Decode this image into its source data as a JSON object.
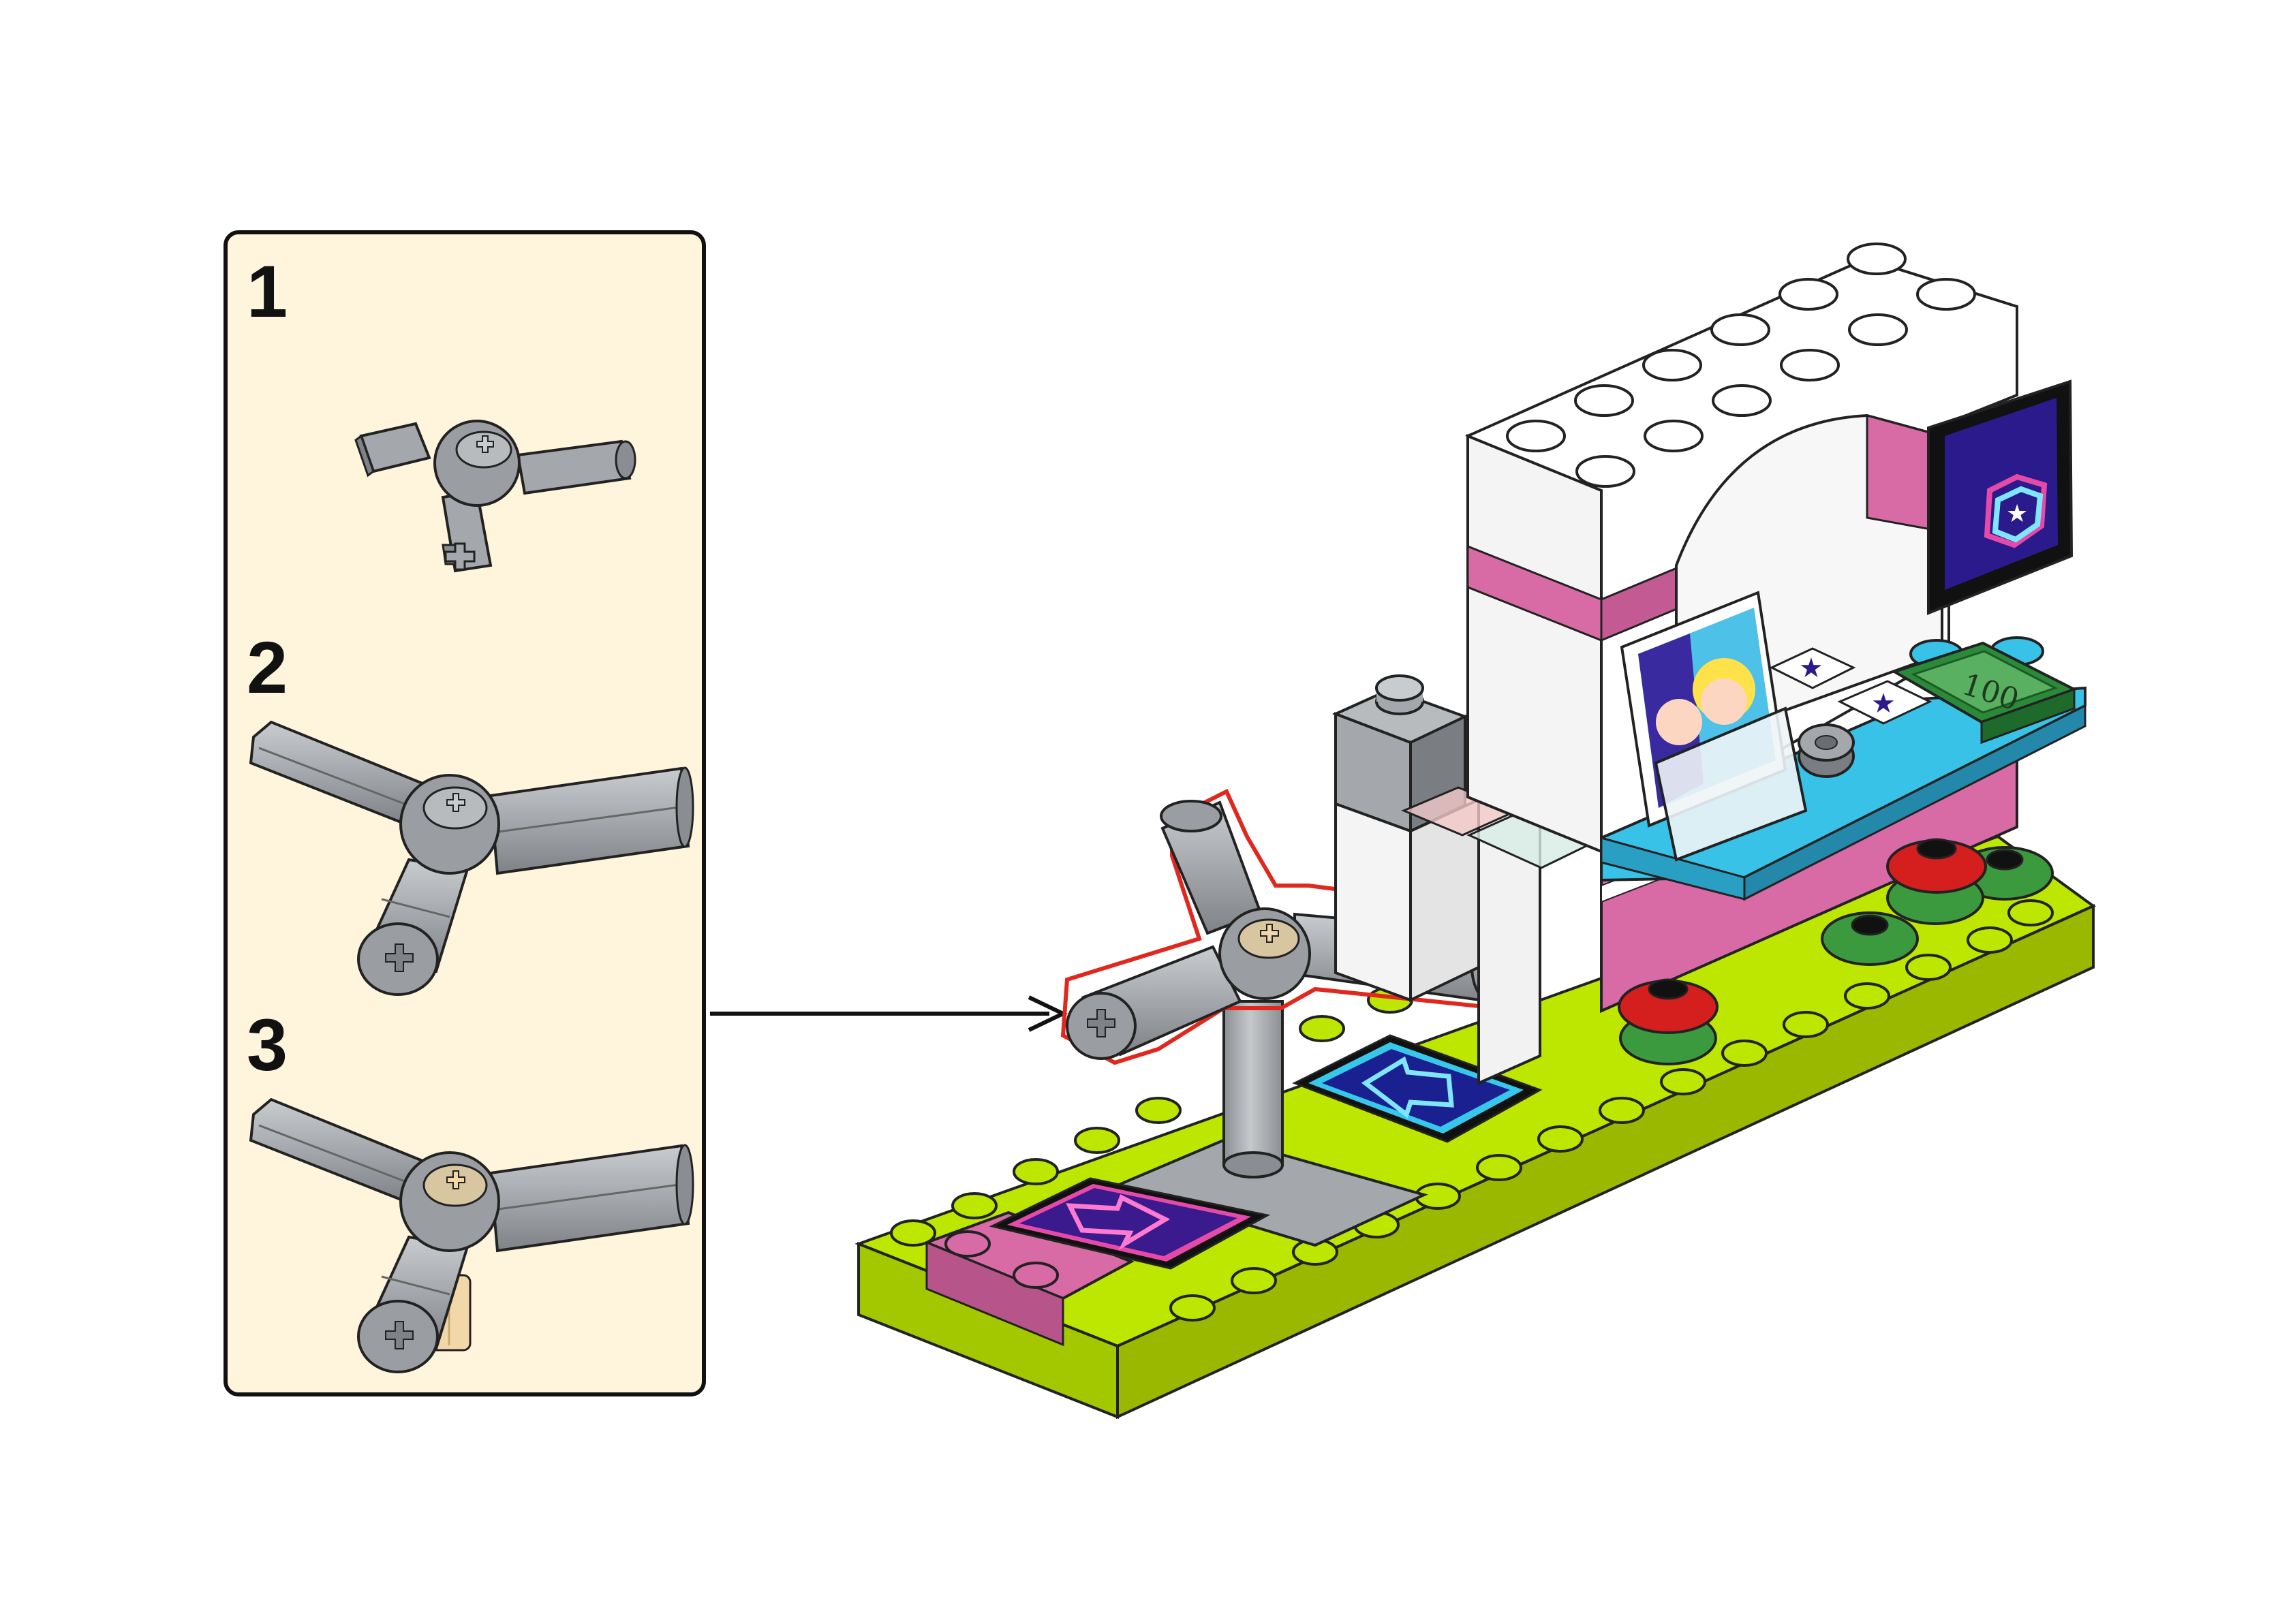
{
  "sub_steps": [
    {
      "number": "1",
      "part": "technic-axle-connector-3way-short"
    },
    {
      "number": "2",
      "part": "technic-axle-connector-3way-long"
    },
    {
      "number": "3",
      "part": "technic-axle-connector-3way-with-pin"
    }
  ],
  "main_model": {
    "highlighted_part": "spinner-axle-assembly",
    "highlight_color": "#e0281e",
    "floor_tiles": [
      {
        "name": "arrow-tile-down-right",
        "color": "#3a1a8c",
        "border": "#e64aa8"
      },
      {
        "name": "arrow-tile-up-left",
        "color": "#1a2090",
        "border": "#36c7ea"
      }
    ],
    "money_tile_text": "100",
    "colors": {
      "baseplate": "#bde600",
      "pink": "#d86aa6",
      "azure": "#38c2e8",
      "light_gray": "#a4a8ac",
      "dark_gray": "#7a7e82",
      "white": "#ffffff",
      "red": "#d51e1e",
      "green": "#3b9a3d",
      "black": "#111111",
      "panel_bg": "#fff4dc"
    }
  },
  "callout_arrow": {
    "from": "sub-panel",
    "to": "spinner-axle-assembly"
  }
}
